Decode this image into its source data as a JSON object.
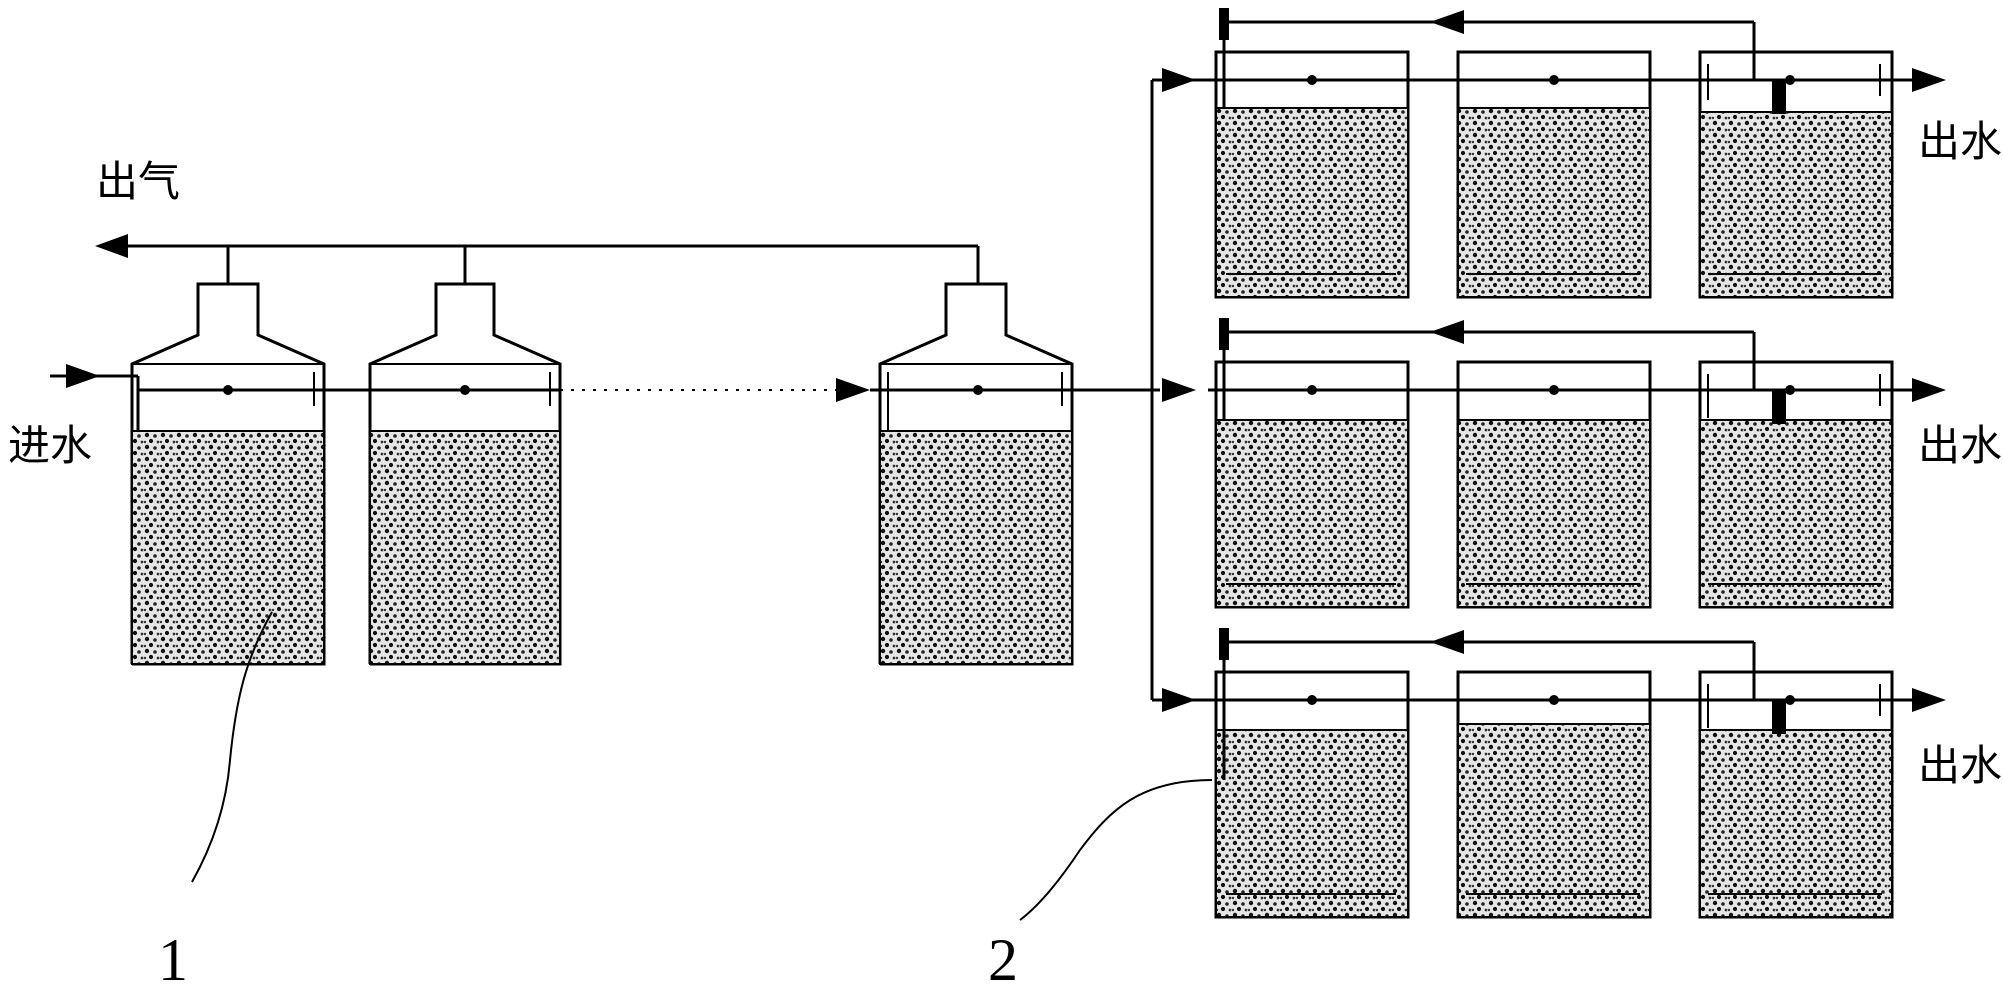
{
  "labels": {
    "inlet": "进水",
    "gas_outlet": "出气",
    "outlet_row_1": "出水",
    "outlet_row_2": "出水",
    "outlet_row_3": "出水"
  },
  "callouts": {
    "stage_1": "1",
    "stage_2": "2"
  },
  "colors": {
    "line": "#000000",
    "background": "#ffffff"
  }
}
